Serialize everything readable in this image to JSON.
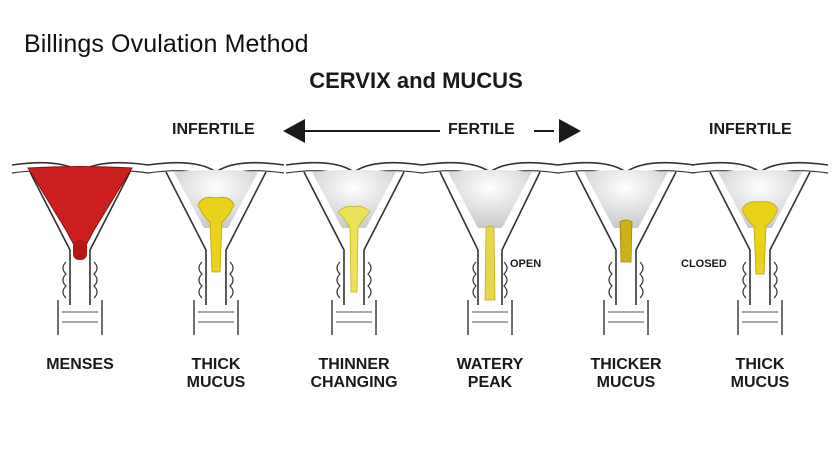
{
  "slide_title": "Billings Ovulation Method",
  "diagram_title": "CERVIX and MUCUS",
  "phases": {
    "infertile_left": "INFERTILE",
    "fertile": "FERTILE",
    "infertile_right": "INFERTILE"
  },
  "stages": [
    {
      "line1": "MENSES",
      "line2": "",
      "fill": "#cc1f1f"
    },
    {
      "line1": "THICK",
      "line2": "MUCUS",
      "fill": "#e8d21a"
    },
    {
      "line1": "THINNER",
      "line2": "CHANGING",
      "fill": "#ece25a"
    },
    {
      "line1": "WATERY",
      "line2": "PEAK",
      "fill": "#e6d64a"
    },
    {
      "line1": "THICKER",
      "line2": "MUCUS",
      "fill": "#c9b318"
    },
    {
      "line1": "THICK",
      "line2": "MUCUS",
      "fill": "#e8d21a"
    }
  ],
  "annotations": {
    "open": "OPEN",
    "closed": "CLOSED"
  }
}
